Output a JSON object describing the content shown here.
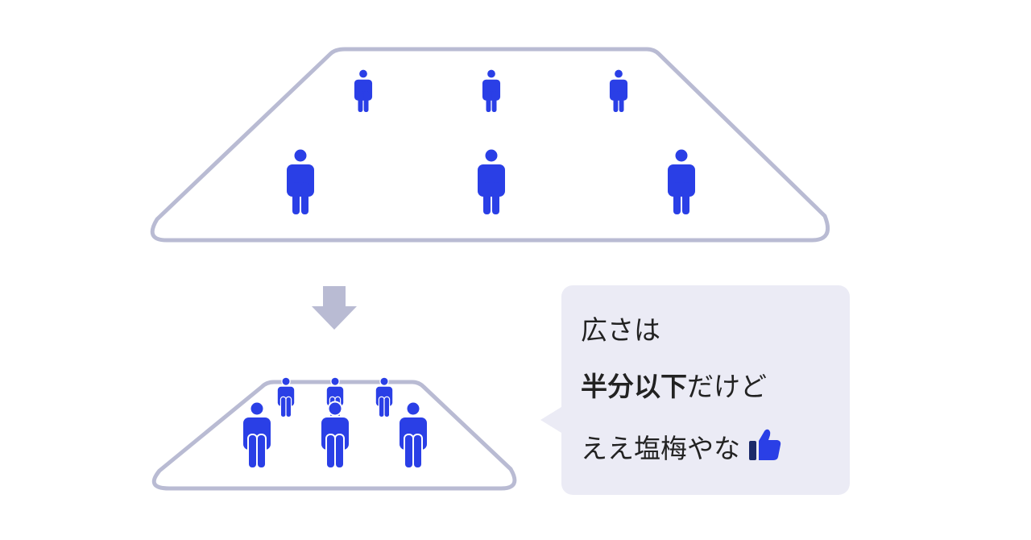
{
  "callout": {
    "line1": "広さは",
    "line2_bold": "半分以下",
    "line2_rest": "だけど",
    "line3": "ええ塩梅やな"
  },
  "icons": {
    "person": "person-icon",
    "arrow": "arrow-down-icon",
    "thumb": "thumbs-up-icon"
  },
  "colors": {
    "person": "#2a3fe6",
    "outline": "#b9bbd3",
    "bubble": "#ebebf5",
    "thumb_cuff": "#1b2a6b"
  }
}
